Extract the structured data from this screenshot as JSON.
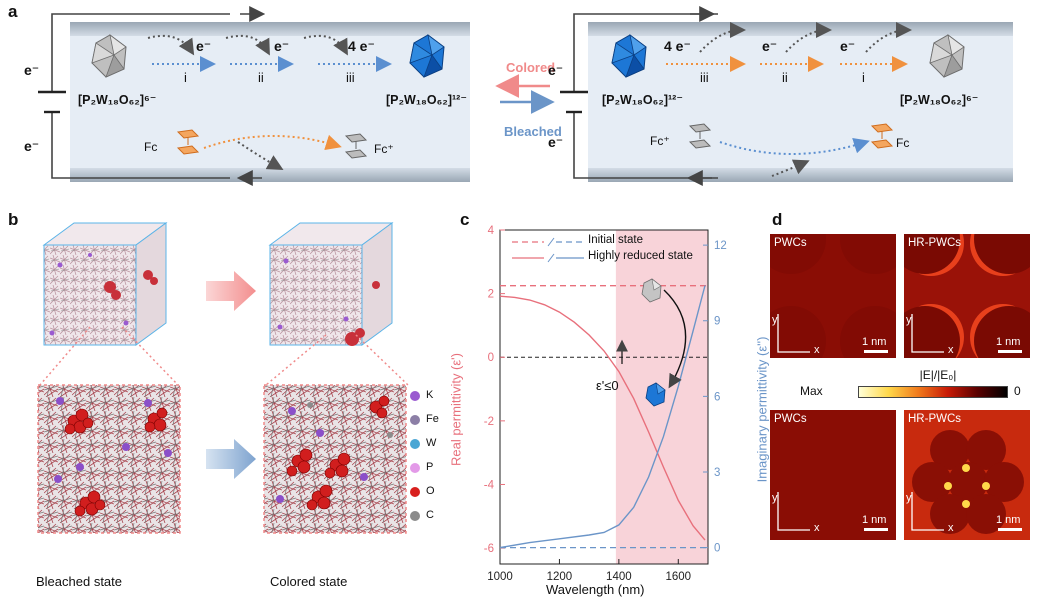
{
  "panel_a": {
    "label": "a",
    "left": {
      "electron_top": "e⁻",
      "electron_bottom": "e⁻",
      "steps": [
        {
          "roman": "i",
          "electrons": "e⁻"
        },
        {
          "roman": "ii",
          "electrons": "e⁻"
        },
        {
          "roman": "iii",
          "electrons": "4 e⁻"
        }
      ],
      "start_formula": "[P₂W₁₈O₆₂]⁶⁻",
      "end_formula": "[P₂W₁₈O₆₂]¹²⁻",
      "fc": "Fc",
      "fc_plus": "Fc⁺"
    },
    "middle": {
      "colored": "Colored",
      "bleached": "Bleached"
    },
    "right": {
      "electron_top": "e⁻",
      "electron_bottom": "e⁻",
      "steps": [
        {
          "roman": "iii",
          "electrons": "4 e⁻"
        },
        {
          "roman": "ii",
          "electrons": "e⁻"
        },
        {
          "roman": "i",
          "electrons": "e⁻"
        }
      ],
      "start_formula": "[P₂W₁₈O₆₂]¹²⁻",
      "end_formula": "[P₂W₁₈O₆₂]⁶⁻",
      "fc_plus": "Fc⁺",
      "fc": "Fc"
    },
    "colors": {
      "band": "#e3ebf3",
      "wire": "#555555",
      "orange": "#f0913e",
      "blue": "#5b8fd0",
      "grey": "#555555",
      "colored": "#f08a8a",
      "bleached": "#6b95c8"
    }
  },
  "panel_b": {
    "label": "b",
    "captions": {
      "bleached": "Bleached state",
      "colored": "Colored state"
    },
    "legend": [
      {
        "symbol": "K",
        "color": "#9a5ad0"
      },
      {
        "symbol": "Fe",
        "color": "#8c7fa6"
      },
      {
        "symbol": "W",
        "color": "#4aa6d4"
      },
      {
        "symbol": "P",
        "color": "#e39ae8"
      },
      {
        "symbol": "O",
        "color": "#d8201e"
      },
      {
        "symbol": "C",
        "color": "#8b8b8b"
      }
    ]
  },
  "panel_c": {
    "label": "c",
    "annotation": "ε'≤0",
    "chart_data": {
      "type": "line",
      "xlabel": "Wavelength (nm)",
      "ylabel_left": "Real permittivity (ε')",
      "ylabel_right": "Imaginary permittivity (ε'')",
      "xlim": [
        1000,
        1700
      ],
      "ylim_left": [
        -6.5,
        4
      ],
      "ylim_right": [
        -0.65,
        12.6
      ],
      "x_ticks": [
        1000,
        1200,
        1400,
        1600
      ],
      "y_ticks_left": [
        4,
        2,
        0,
        -2,
        -4,
        -6
      ],
      "y_ticks_right": [
        12,
        9,
        6,
        3,
        0
      ],
      "shaded_region_x": [
        1390,
        1700
      ],
      "series": [
        {
          "name": "Initial state",
          "axis": "left",
          "style": "dash",
          "x": [
            1000,
            1700
          ],
          "y": [
            2.25,
            2.25
          ]
        },
        {
          "name": "Initial state",
          "axis": "right",
          "style": "dash",
          "x": [
            1000,
            1700
          ],
          "y": [
            0,
            0
          ]
        },
        {
          "name": "Highly reduced state",
          "axis": "left",
          "style": "solid",
          "x": [
            1000,
            1050,
            1100,
            1150,
            1200,
            1250,
            1300,
            1350,
            1400,
            1450,
            1500,
            1550,
            1600,
            1650,
            1690
          ],
          "y": [
            1.92,
            1.88,
            1.8,
            1.65,
            1.42,
            1.1,
            0.7,
            0.2,
            -0.45,
            -1.3,
            -2.35,
            -3.45,
            -4.5,
            -5.3,
            -5.75
          ]
        },
        {
          "name": "Highly reduced state",
          "axis": "right",
          "style": "solid",
          "x": [
            1000,
            1100,
            1200,
            1300,
            1350,
            1400,
            1450,
            1500,
            1550,
            1600,
            1650,
            1690
          ],
          "y": [
            0,
            0.2,
            0.35,
            0.5,
            0.6,
            0.9,
            1.6,
            2.8,
            4.4,
            6.4,
            8.6,
            10.4
          ]
        }
      ],
      "legend": {
        "initial": "Initial state",
        "reduced": "Highly reduced state"
      },
      "colors": {
        "real": "#e8707c",
        "imag": "#6b95c8",
        "shade": "#f6c4cc"
      }
    }
  },
  "panel_d": {
    "label": "d",
    "tl": "PWCs",
    "tr": "HR-PWCs",
    "bl": "PWCs",
    "br": "HR-PWCs",
    "scale": "1 nm",
    "axis_y": "y",
    "axis_x": "x",
    "colorbar": {
      "title": "|E|/|E₀|",
      "max": "Max",
      "min": "0"
    }
  }
}
